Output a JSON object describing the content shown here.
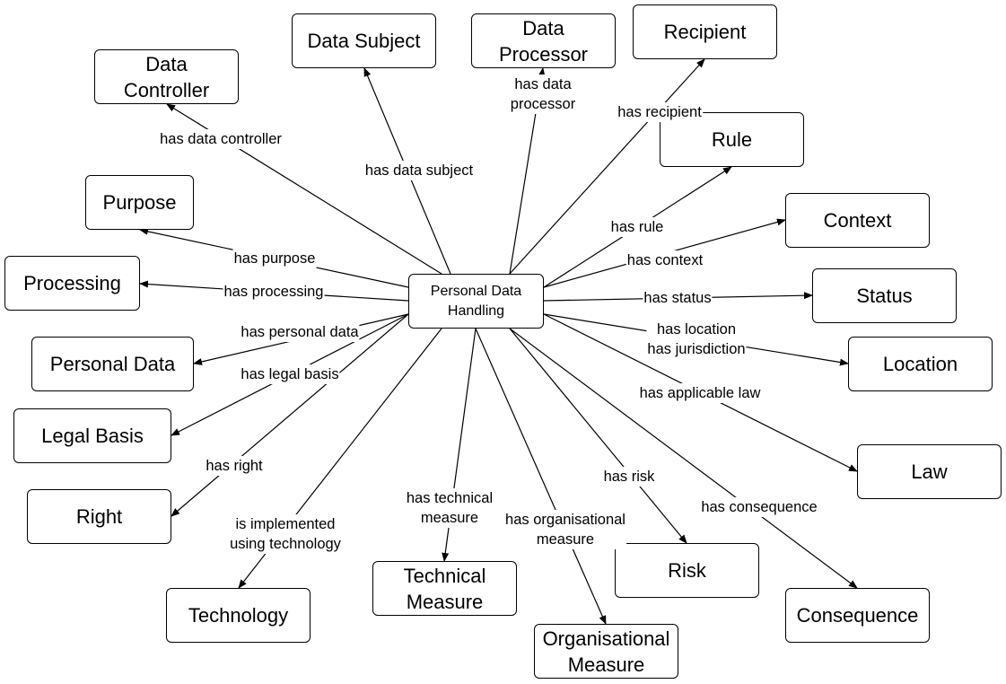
{
  "center": {
    "label": "Personal Data\nHandling"
  },
  "nodes": [
    {
      "id": "data-controller",
      "label": "Data\nController"
    },
    {
      "id": "data-subject",
      "label": "Data Subject"
    },
    {
      "id": "data-processor",
      "label": "Data\nProcessor"
    },
    {
      "id": "recipient",
      "label": "Recipient"
    },
    {
      "id": "rule",
      "label": "Rule"
    },
    {
      "id": "context",
      "label": "Context"
    },
    {
      "id": "status",
      "label": "Status"
    },
    {
      "id": "location",
      "label": "Location"
    },
    {
      "id": "law",
      "label": "Law"
    },
    {
      "id": "consequence",
      "label": "Consequence"
    },
    {
      "id": "risk",
      "label": "Risk"
    },
    {
      "id": "organisational-measure",
      "label": "Organisational\nMeasure"
    },
    {
      "id": "technical-measure",
      "label": "Technical\nMeasure"
    },
    {
      "id": "technology",
      "label": "Technology"
    },
    {
      "id": "right",
      "label": "Right"
    },
    {
      "id": "legal-basis",
      "label": "Legal Basis"
    },
    {
      "id": "personal-data",
      "label": "Personal Data"
    },
    {
      "id": "processing",
      "label": "Processing"
    },
    {
      "id": "purpose",
      "label": "Purpose"
    }
  ],
  "edges": [
    {
      "to": "data-controller",
      "label": "has data controller"
    },
    {
      "to": "data-subject",
      "label": "has data subject"
    },
    {
      "to": "data-processor",
      "label": "has data\nprocessor"
    },
    {
      "to": "recipient",
      "label": "has recipient"
    },
    {
      "to": "rule",
      "label": "has rule"
    },
    {
      "to": "context",
      "label": "has context"
    },
    {
      "to": "status",
      "label": "has status"
    },
    {
      "to": "location",
      "label": "has location\nhas jurisdiction"
    },
    {
      "to": "law",
      "label": "has applicable law"
    },
    {
      "to": "consequence",
      "label": "has consequence"
    },
    {
      "to": "risk",
      "label": "has risk"
    },
    {
      "to": "organisational-measure",
      "label": "has organisational\nmeasure"
    },
    {
      "to": "technical-measure",
      "label": "has technical\nmeasure"
    },
    {
      "to": "technology",
      "label": "is implemented\nusing technology"
    },
    {
      "to": "right",
      "label": "has right"
    },
    {
      "to": "legal-basis",
      "label": "has legal basis"
    },
    {
      "to": "personal-data",
      "label": "has personal data"
    },
    {
      "to": "processing",
      "label": "has processing"
    },
    {
      "to": "purpose",
      "label": "has purpose"
    }
  ]
}
